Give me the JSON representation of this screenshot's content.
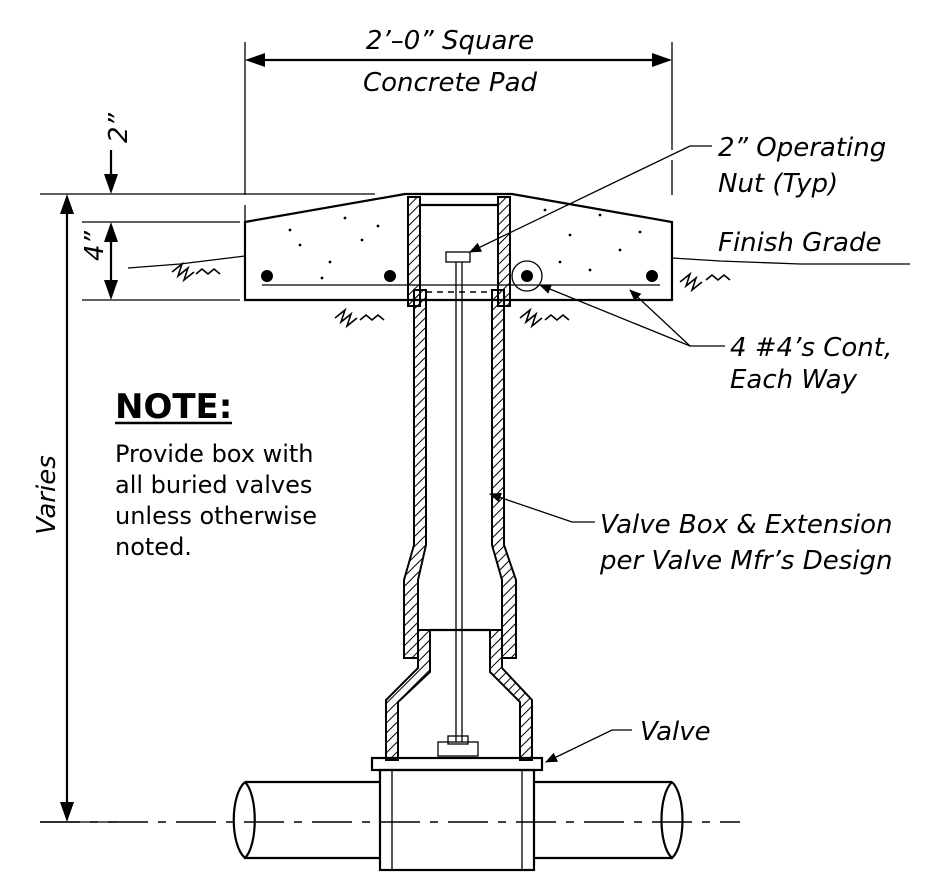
{
  "labels": {
    "pad_size": "2’–0” Square",
    "pad_name": "Concrete Pad",
    "dim_top": "2”",
    "dim_thickness": "4”",
    "depth": "Varies",
    "operating_nut_1": "2” Operating",
    "operating_nut_2": "Nut (Typ)",
    "finish_grade": "Finish Grade",
    "rebar_1": "4 #4’s Cont,",
    "rebar_2": "Each Way",
    "valve_box_1": "Valve Box & Extension",
    "valve_box_2": "per Valve Mfr’s Design",
    "valve": "Valve"
  },
  "note": {
    "title": "NOTE:",
    "lines": [
      "Provide box with",
      "all buried valves",
      "unless otherwise",
      "noted."
    ]
  }
}
